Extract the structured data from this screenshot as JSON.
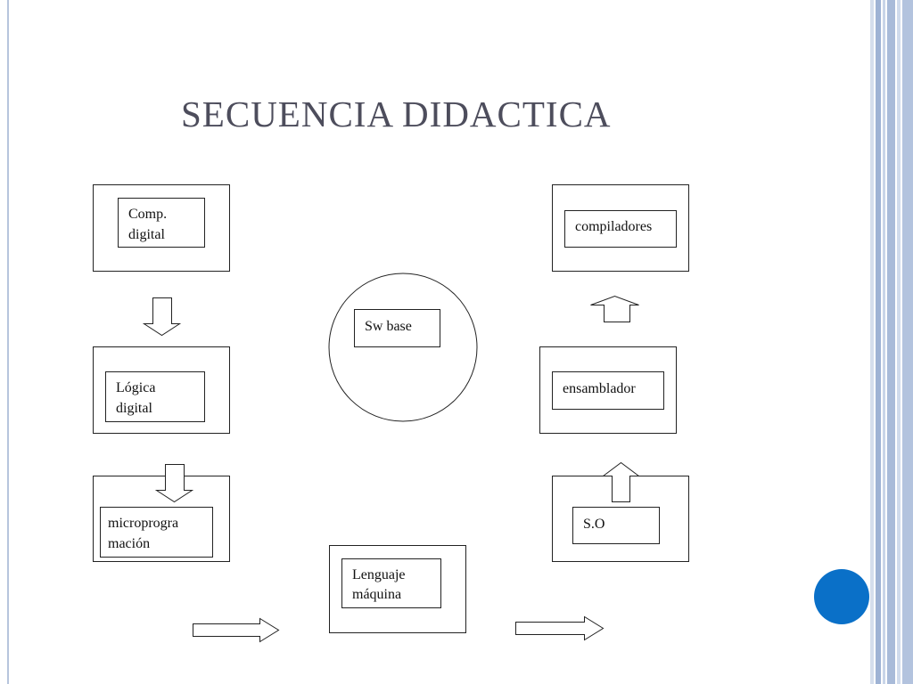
{
  "slide": {
    "title": "SECUENCIA DIDACTICA",
    "accent_color": "#0a70c8",
    "decor_color": "#b7c5dd"
  },
  "diagram": {
    "center": {
      "label": "Sw base"
    },
    "nodes": [
      {
        "id": "comp-digital",
        "lines": [
          "Comp.",
          "digital"
        ]
      },
      {
        "id": "logica-digital",
        "lines": [
          "Lógica",
          "digital"
        ]
      },
      {
        "id": "microprogramacion",
        "lines": [
          "microprogra",
          "mación"
        ]
      },
      {
        "id": "lenguaje-maquina",
        "lines": [
          "Lenguaje",
          "máquina"
        ]
      },
      {
        "id": "so",
        "lines": [
          "S.O"
        ]
      },
      {
        "id": "ensamblador",
        "lines": [
          "ensamblador"
        ]
      },
      {
        "id": "compiladores",
        "lines": [
          "compiladores"
        ]
      }
    ],
    "arrows": [
      {
        "from": "comp-digital",
        "to": "logica-digital",
        "direction": "down"
      },
      {
        "from": "logica-digital",
        "to": "microprogramacion",
        "direction": "down"
      },
      {
        "from": "microprogramacion",
        "to": "lenguaje-maquina",
        "direction": "right"
      },
      {
        "from": "lenguaje-maquina",
        "to": "so",
        "direction": "right"
      },
      {
        "from": "so",
        "to": "ensamblador",
        "direction": "up"
      },
      {
        "from": "ensamblador",
        "to": "compiladores",
        "direction": "up"
      }
    ]
  }
}
